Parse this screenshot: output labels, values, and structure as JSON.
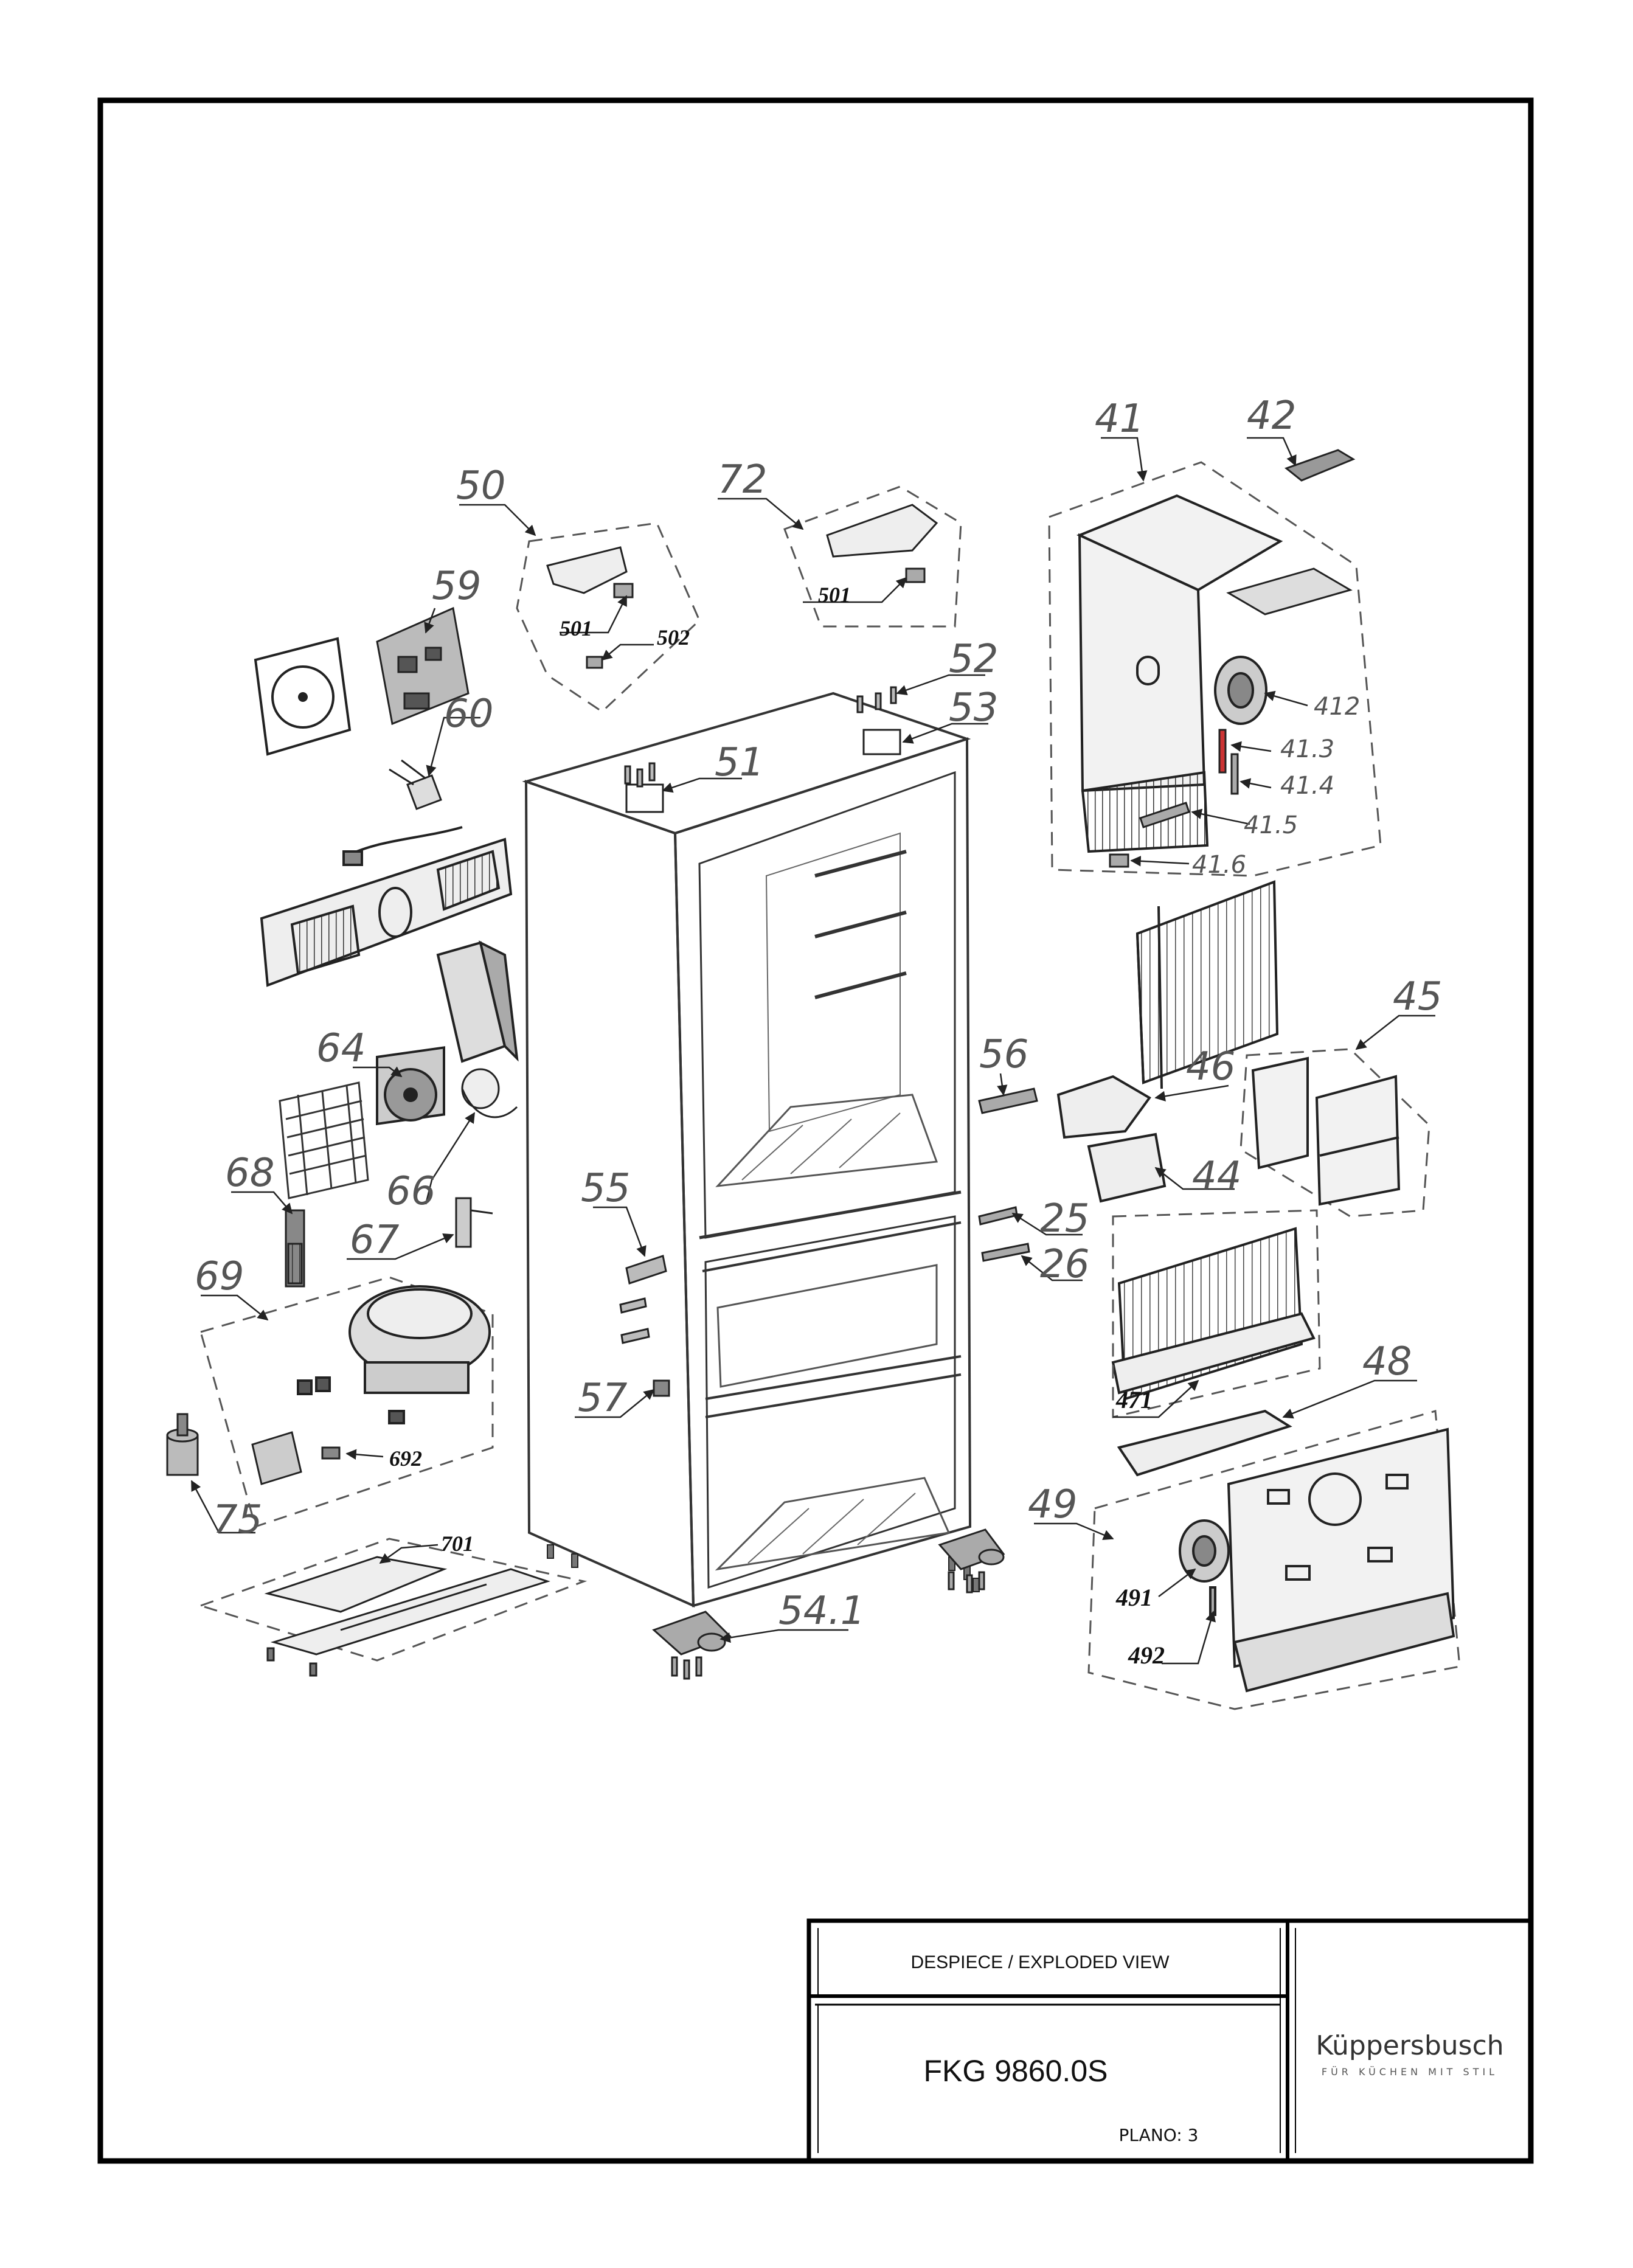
{
  "title_block": {
    "heading": "DESPIECE / EXPLODED VIEW",
    "model": "FKG 9860.0S",
    "sheet": "PLANO: 3",
    "brand": "Küppersbusch",
    "tagline": "FÜR KÜCHEN MIT STIL"
  },
  "labels": {
    "l41": "41",
    "l42": "42",
    "l412": "412",
    "l413": "41.3",
    "l414": "41.4",
    "l415": "41.5",
    "l416": "41.6",
    "l45": "45",
    "l46": "46",
    "l44": "44",
    "l56": "56",
    "l25": "25",
    "l26": "26",
    "l471": "471",
    "l48": "48",
    "l49": "49",
    "l491": "491",
    "l492": "492",
    "l50": "50",
    "l501a": "501",
    "l502": "502",
    "l72": "72",
    "l501b": "501",
    "l59": "59",
    "l60": "60",
    "l52": "52",
    "l53": "53",
    "l51": "51",
    "l64": "64",
    "l66": "66",
    "l68": "68",
    "l67": "67",
    "l69": "69",
    "l692": "692",
    "l75": "75",
    "l701": "701",
    "l55": "55",
    "l57": "57",
    "l541": "54.1"
  }
}
